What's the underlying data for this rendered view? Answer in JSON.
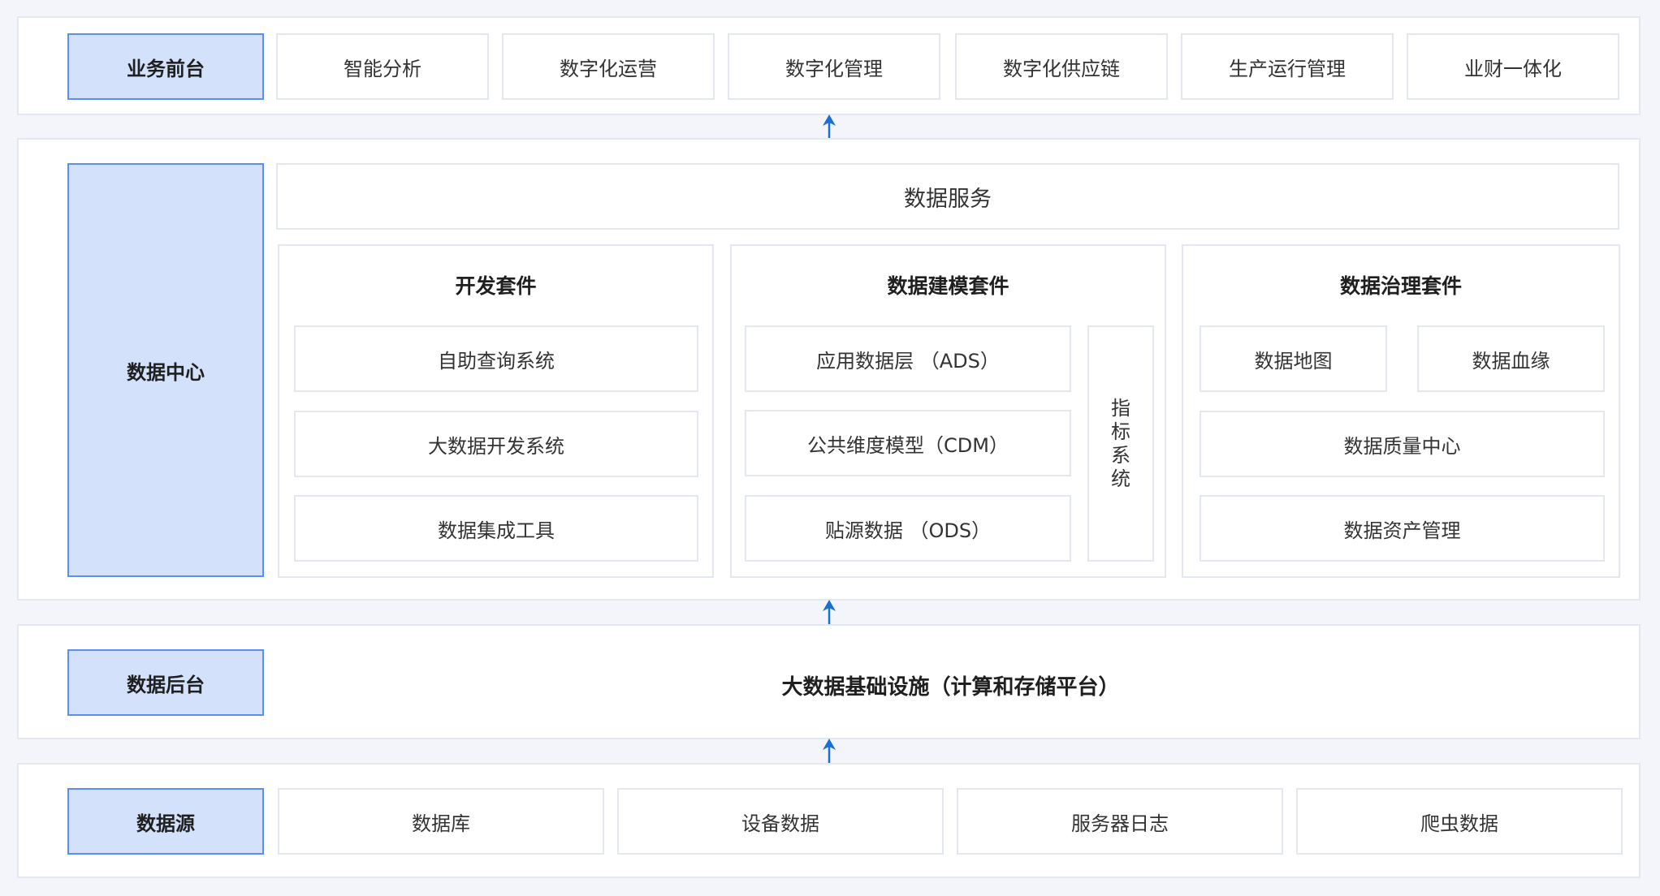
{
  "front": {
    "label": "业务前台",
    "items": [
      "智能分析",
      "数字化运营",
      "数字化管理",
      "数字化供应链",
      "生产运行管理",
      "业财一体化"
    ]
  },
  "center": {
    "label": "数据中心",
    "service": "数据服务",
    "dev_suite": {
      "title": "开发套件",
      "items": [
        "自助查询系统",
        "大数据开发系统",
        "数据集成工具"
      ]
    },
    "modeling_suite": {
      "title": "数据建模套件",
      "items": [
        "应用数据层 （ADS）",
        "公共维度模型（CDM）",
        "贴源数据 （ODS）"
      ],
      "metric_system": [
        "指",
        "标",
        "系",
        "统"
      ]
    },
    "governance_suite": {
      "title": "数据治理套件",
      "map": "数据地图",
      "lineage": "数据血缘",
      "quality": "数据质量中心",
      "assets": "数据资产管理"
    }
  },
  "backend": {
    "label": "数据后台",
    "title": "大数据基础设施（计算和存储平台）"
  },
  "sources": {
    "label": "数据源",
    "items": [
      "数据库",
      "设备数据",
      "服务器日志",
      "爬虫数据"
    ]
  },
  "colors": {
    "label_fill": "#d3e1fb",
    "label_border": "#5b8ef0",
    "arrow": "#1a6fd4",
    "border": "#e3e7f0"
  }
}
